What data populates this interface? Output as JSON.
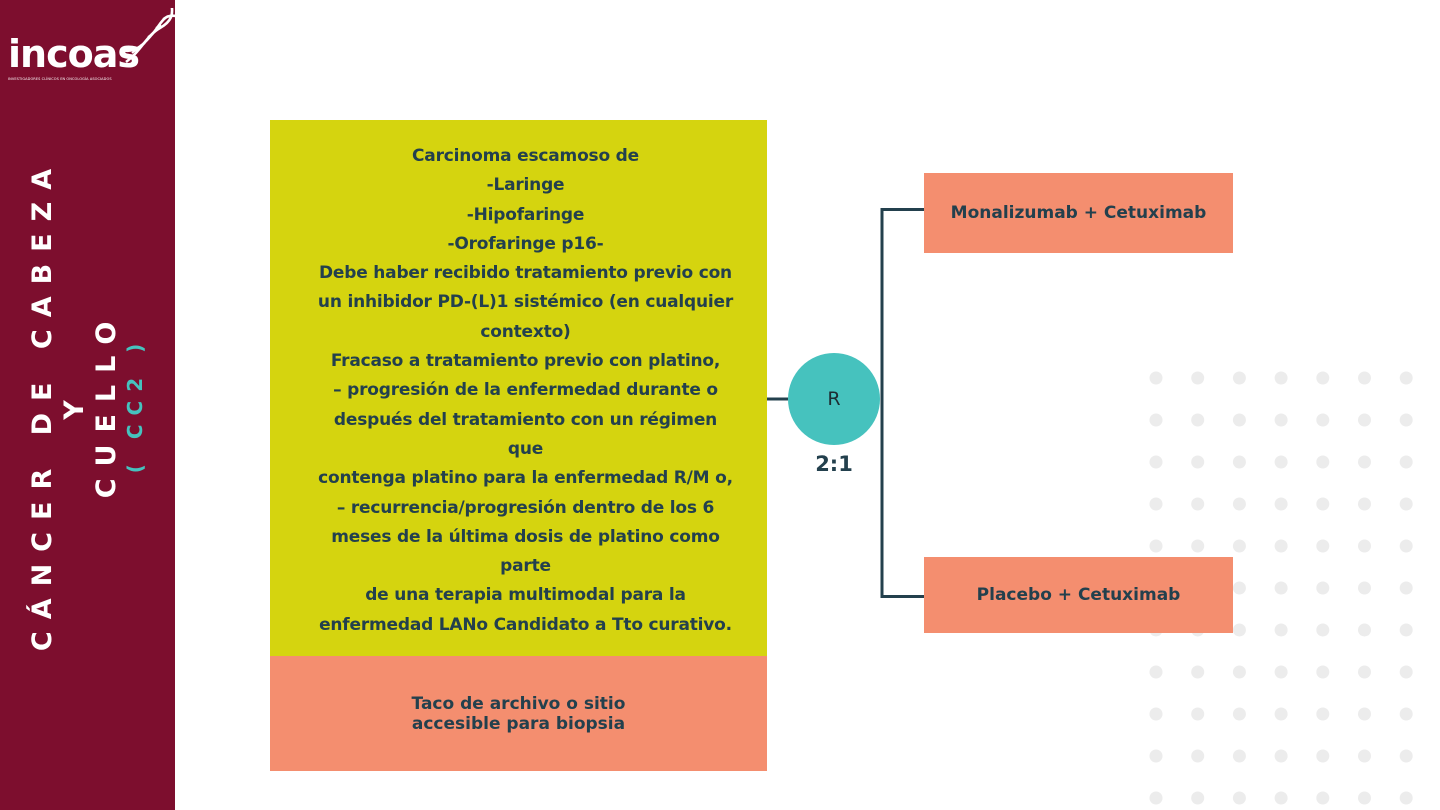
{
  "brand": {
    "logo_text": "incoas",
    "tagline": "INVESTIGADORES CLÍNICOS EN ONCOLOGÍA ASOCIADOS"
  },
  "sidebar": {
    "title_line1": "CÁNCER DE CABEZA Y",
    "title_line2": "CUELLO",
    "subtitle": "( CC2 )"
  },
  "diagram": {
    "inclusion_criteria": [
      "Carcinoma escamoso de",
      "-Laringe",
      "-Hipofaringe",
      "-Orofaringe p16-",
      "Debe haber recibido tratamiento previo con",
      "un inhibidor PD-(L)1 sistémico (en cualquier",
      "contexto)",
      "Fracaso a tratamiento previo con platino,",
      "– progresión de la enfermedad durante o",
      "después del tratamiento con un régimen",
      "que",
      "contenga platino para la enfermedad R/M o,",
      "– recurrencia/progresión dentro de los 6",
      "meses de la última dosis de platino como",
      "parte",
      "de una terapia multimodal para la",
      "enfermedad LANo Candidato a Tto curativo."
    ],
    "sample_requirement": "Taco de archivo o sitio\naccesible para biopsia",
    "randomization_label": "R",
    "ratio": "2:1",
    "arms": [
      {
        "label": "Monalizumab + Cetuximab"
      },
      {
        "label": "Placebo + Cetuximab"
      }
    ]
  },
  "colors": {
    "sidebar_bg": "#7d0e2e",
    "criteria_box": "#d5d40f",
    "salmon_box": "#f48e6f",
    "teal": "#46c2be",
    "text_dark": "#23404d",
    "dots": "#ececec"
  }
}
